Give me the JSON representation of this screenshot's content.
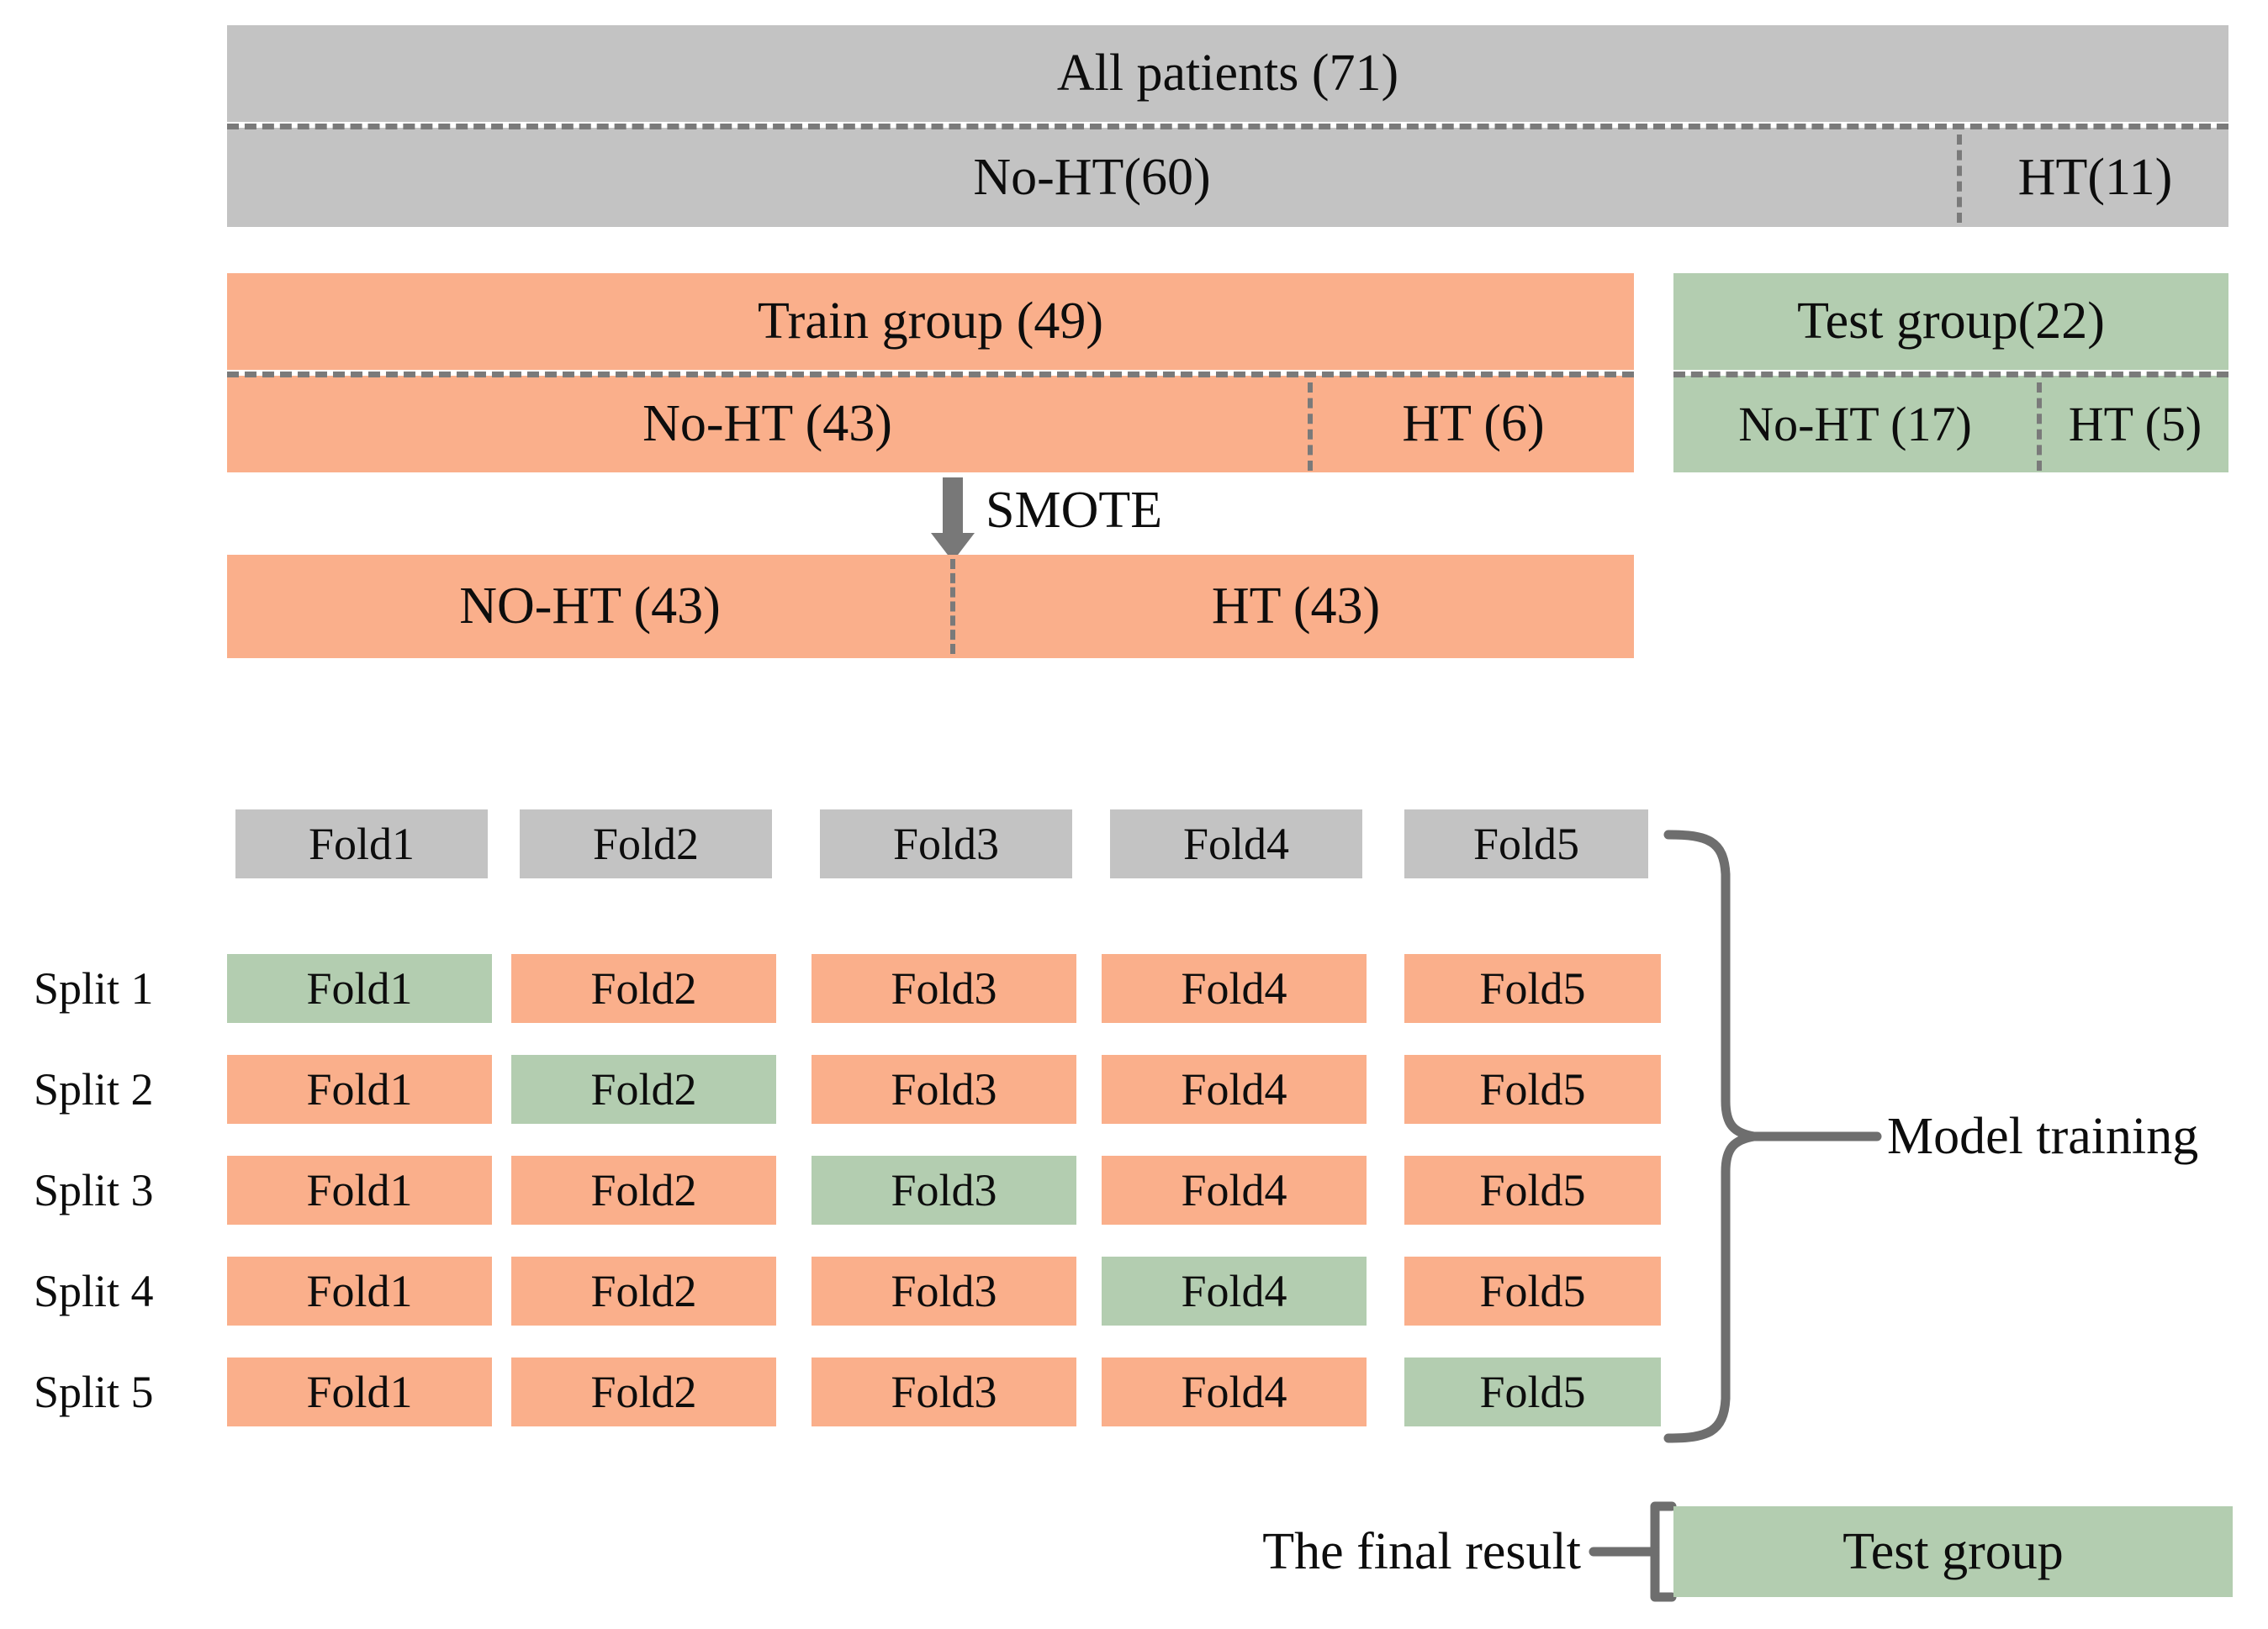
{
  "diagram": {
    "title_semantic": "patient-cohort-split-and-cross-validation-flow",
    "colors": {
      "gray": "#c3c3c3",
      "orange": "#faaf8b",
      "green": "#b3cdb0",
      "dash": "#7a7a7a",
      "brace": "#6e6e6e",
      "text": "#0d0d0d"
    }
  },
  "cohort": {
    "all_patients": "All patients (71)",
    "no_ht": "No-HT(60)",
    "ht": "HT(11)"
  },
  "groups": {
    "train": {
      "header": "Train group  (49)",
      "no_ht": "No-HT (43)",
      "ht": "HT (6)"
    },
    "test": {
      "header": "Test group(22)",
      "no_ht": "No-HT (17)",
      "ht": "HT (5)"
    }
  },
  "smote": {
    "label": "SMOTE",
    "no_ht": "NO-HT (43)",
    "ht": "HT (43)"
  },
  "cv": {
    "fold_header": [
      "Fold1",
      "Fold2",
      "Fold3",
      "Fold4",
      "Fold5"
    ],
    "split_labels": [
      "Split 1",
      "Split 2",
      "Split 3",
      "Split 4",
      "Split 5"
    ],
    "rows": [
      {
        "label": "Split 1",
        "cells": [
          {
            "text": "Fold1",
            "role": "validation"
          },
          {
            "text": "Fold2",
            "role": "train"
          },
          {
            "text": "Fold3",
            "role": "train"
          },
          {
            "text": "Fold4",
            "role": "train"
          },
          {
            "text": "Fold5",
            "role": "train"
          }
        ]
      },
      {
        "label": "Split 2",
        "cells": [
          {
            "text": "Fold1",
            "role": "train"
          },
          {
            "text": "Fold2",
            "role": "validation"
          },
          {
            "text": "Fold3",
            "role": "train"
          },
          {
            "text": "Fold4",
            "role": "train"
          },
          {
            "text": "Fold5",
            "role": "train"
          }
        ]
      },
      {
        "label": "Split 3",
        "cells": [
          {
            "text": "Fold1",
            "role": "train"
          },
          {
            "text": "Fold2",
            "role": "train"
          },
          {
            "text": "Fold3",
            "role": "validation"
          },
          {
            "text": "Fold4",
            "role": "train"
          },
          {
            "text": "Fold5",
            "role": "train"
          }
        ]
      },
      {
        "label": "Split 4",
        "cells": [
          {
            "text": "Fold1",
            "role": "train"
          },
          {
            "text": "Fold2",
            "role": "train"
          },
          {
            "text": "Fold3",
            "role": "train"
          },
          {
            "text": "Fold4",
            "role": "validation"
          },
          {
            "text": "Fold5",
            "role": "train"
          }
        ]
      },
      {
        "label": "Split 5",
        "cells": [
          {
            "text": "Fold1",
            "role": "train"
          },
          {
            "text": "Fold2",
            "role": "train"
          },
          {
            "text": "Fold3",
            "role": "train"
          },
          {
            "text": "Fold4",
            "role": "train"
          },
          {
            "text": "Fold5",
            "role": "validation"
          }
        ]
      }
    ],
    "brace_label": "Model training"
  },
  "final": {
    "label": "The final result",
    "test_group": "Test group"
  }
}
